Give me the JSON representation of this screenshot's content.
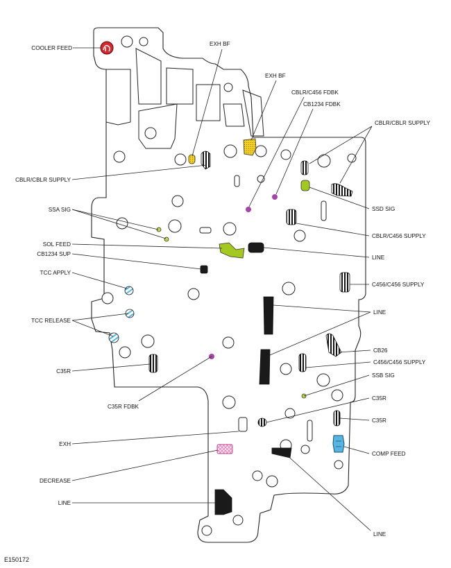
{
  "figure_id": "E150172",
  "labels": {
    "cooler_feed": "COOLER FEED",
    "exh_bf_1": "EXH BF",
    "exh_bf_2": "EXH BF",
    "cblr_c456_fdbk": "CBLR/C456 FDBK",
    "cb1234_fdbk": "CB1234 FDBK",
    "cblr_supply_right": "CBLR/CBLR SUPPLY",
    "cblr_supply_left": "CBLR/CBLR SUPPLY",
    "ssd_sig": "SSD SIG",
    "ssa_sig": "SSA SIG",
    "cblr_c456_supply": "CBLR/C456 SUPPLY",
    "sol_feed": "SOL FEED",
    "cb1234_sup": "CB1234 SUP",
    "line_1": "LINE",
    "tcc_apply": "TCC APPLY",
    "c456_supply_1": "C456/C456 SUPPLY",
    "line_2": "LINE",
    "tcc_release": "TCC RELEASE",
    "cb26": "CB26",
    "c35r_left": "C35R",
    "c456_supply_2": "C456/C456 SUPPLY",
    "ssb_sig": "SSB SIG",
    "c35r_fdbk": "C35R FDBK",
    "c35r_right_1": "C35R",
    "c35r_right_2": "C35R",
    "exh": "EXH",
    "comp_feed": "COMP FEED",
    "decrease": "DECREASE",
    "line_3": "LINE",
    "line_4": "LINE"
  },
  "colors": {
    "cooler_feed": "#d9272e",
    "exhaust_backfill": "#f2d01b",
    "solenoid_feed": "#a3c81f",
    "signal": "#c0d94a",
    "feedback": "#a545a8",
    "tcc": "#55b6e4",
    "comp_feed": "#55b6e4",
    "decrease": "#e27ab8",
    "line": "#1a1a1a"
  }
}
